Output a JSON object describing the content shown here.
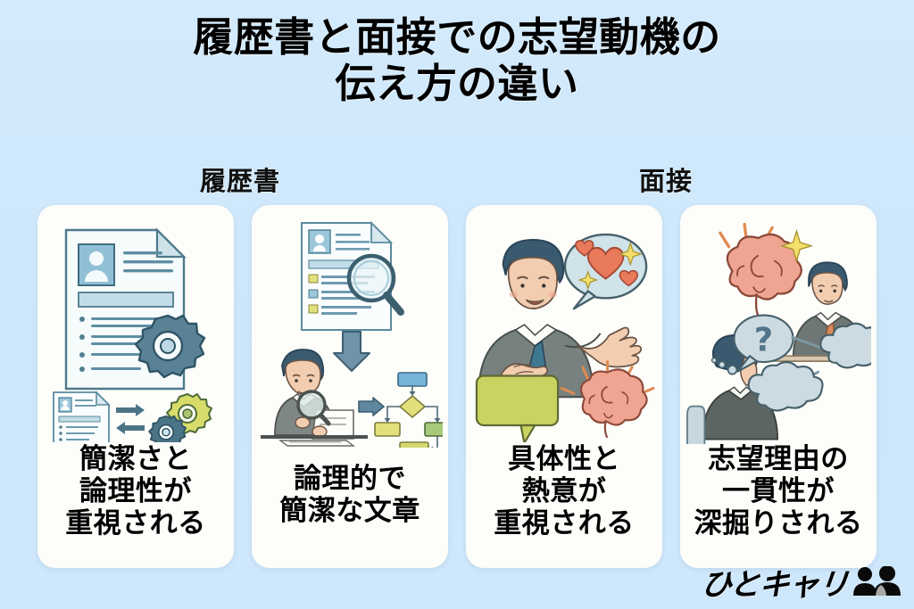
{
  "background_color": "#cfe8fb",
  "title": {
    "line1": "履歴書と面接での志望動機の",
    "line2": "伝え方の違い"
  },
  "sections": {
    "left_label": "履歴書",
    "right_label": "面接"
  },
  "cards": [
    {
      "id": "card-resume-concise",
      "group": "履歴書",
      "caption_lines": [
        "簡潔さと",
        "論理性が",
        "重視される"
      ],
      "illustration": "resume-document-with-gears",
      "colors": {
        "document": "#f4f9fb",
        "outline": "#4e7a8c",
        "avatar": "#8fc0d6",
        "gear_primary": "#5a8296",
        "gear_accent": "#d7dc6a"
      }
    },
    {
      "id": "card-resume-logical",
      "group": "履歴書",
      "caption_lines": [
        "論理的で",
        "簡潔な文章"
      ],
      "illustration": "magnifier-person-flowchart",
      "colors": {
        "document": "#f4f9fb",
        "outline": "#4e7a8c",
        "suit": "#7f8784",
        "arrow": "#5f87a0",
        "flow_blue": "#76b4d8",
        "flow_yellow": "#e2e07a",
        "flow_green": "#a8c97a"
      }
    },
    {
      "id": "card-interview-passion",
      "group": "面接",
      "caption_lines": [
        "具体性と",
        "熱意が",
        "重視される"
      ],
      "illustration": "speaking-person-hearts-brain",
      "colors": {
        "suit": "#77817f",
        "hair": "#3a5a70",
        "skin": "#f2cdb0",
        "bubble": "#cfe3e8",
        "heart": "#ea7a5c",
        "speech_green": "#c8d361",
        "brain": "#f0a592",
        "spark": "#f2e06a"
      }
    },
    {
      "id": "card-interview-depth",
      "group": "面接",
      "caption_lines": [
        "志望理由の",
        "一貫性が",
        "深掘りされる"
      ],
      "illustration": "interview-brain-question-clouds",
      "colors": {
        "brain": "#f0a592",
        "spark": "#f2e06a",
        "suit": "#6f7775",
        "cloud": "#ccdbe2",
        "question": "#51758a",
        "tie": "#d98a5e"
      }
    }
  ],
  "logo": {
    "text": "ひとキャリ",
    "icon": "two-people-silhouette"
  }
}
